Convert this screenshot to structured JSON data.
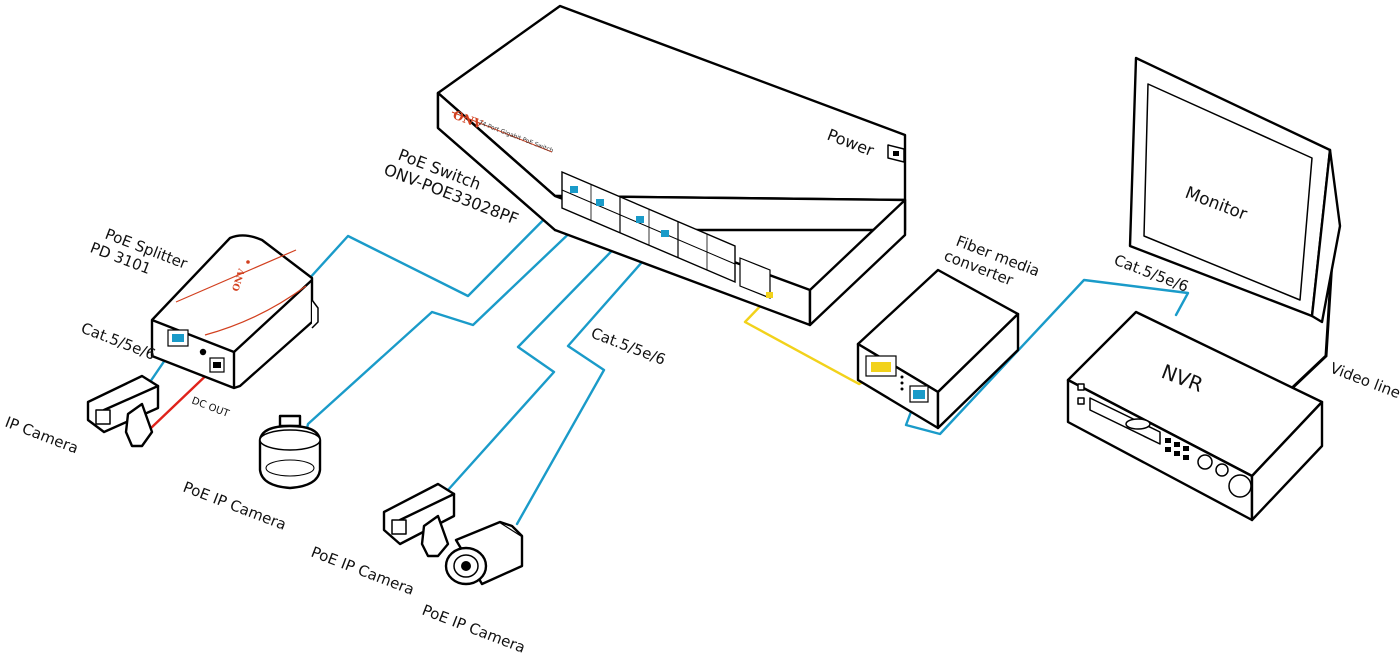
{
  "labels": {
    "poe_switch": [
      "PoE  Switch",
      "ONV-POE33028PF"
    ],
    "switch_brand": "ONV",
    "switch_panel_text": "24-Port Gigabit PoE Switch",
    "power": "Power",
    "poe_splitter": [
      "PoE Splitter",
      "PD 3101"
    ],
    "splitter_brand": "ONV",
    "dc_out": "DC OUT",
    "cable_splitter": "Cat.5/5e/6",
    "cable_cameras": "Cat.5/5e/6",
    "cable_nvr": "Cat.5/5e/6",
    "ip_camera": "IP Camera",
    "poe_ip_camera_dome": "PoE IP Camera",
    "poe_ip_camera_box": "PoE IP Camera",
    "poe_ip_camera_bullet": "PoE IP Camera",
    "fiber_media_converter": [
      "Fiber media",
      "converter"
    ],
    "monitor": "Monitor",
    "nvr": "NVR",
    "video_line": "Video line"
  },
  "colors": {
    "ethernet_cable": "#1a9bc9",
    "fiber_cable": "#f2d21b",
    "power_cable": "#e0231b",
    "brand": "#d2401f",
    "outline": "#000000"
  },
  "icons": {
    "switch": "poe-switch-icon",
    "splitter": "poe-splitter-icon",
    "box_camera": "box-camera-icon",
    "dome_camera": "dome-camera-icon",
    "bullet_camera": "bullet-camera-icon",
    "converter": "fiber-media-converter-icon",
    "monitor": "monitor-icon",
    "nvr": "nvr-icon",
    "outlet": "power-outlet-icon"
  }
}
